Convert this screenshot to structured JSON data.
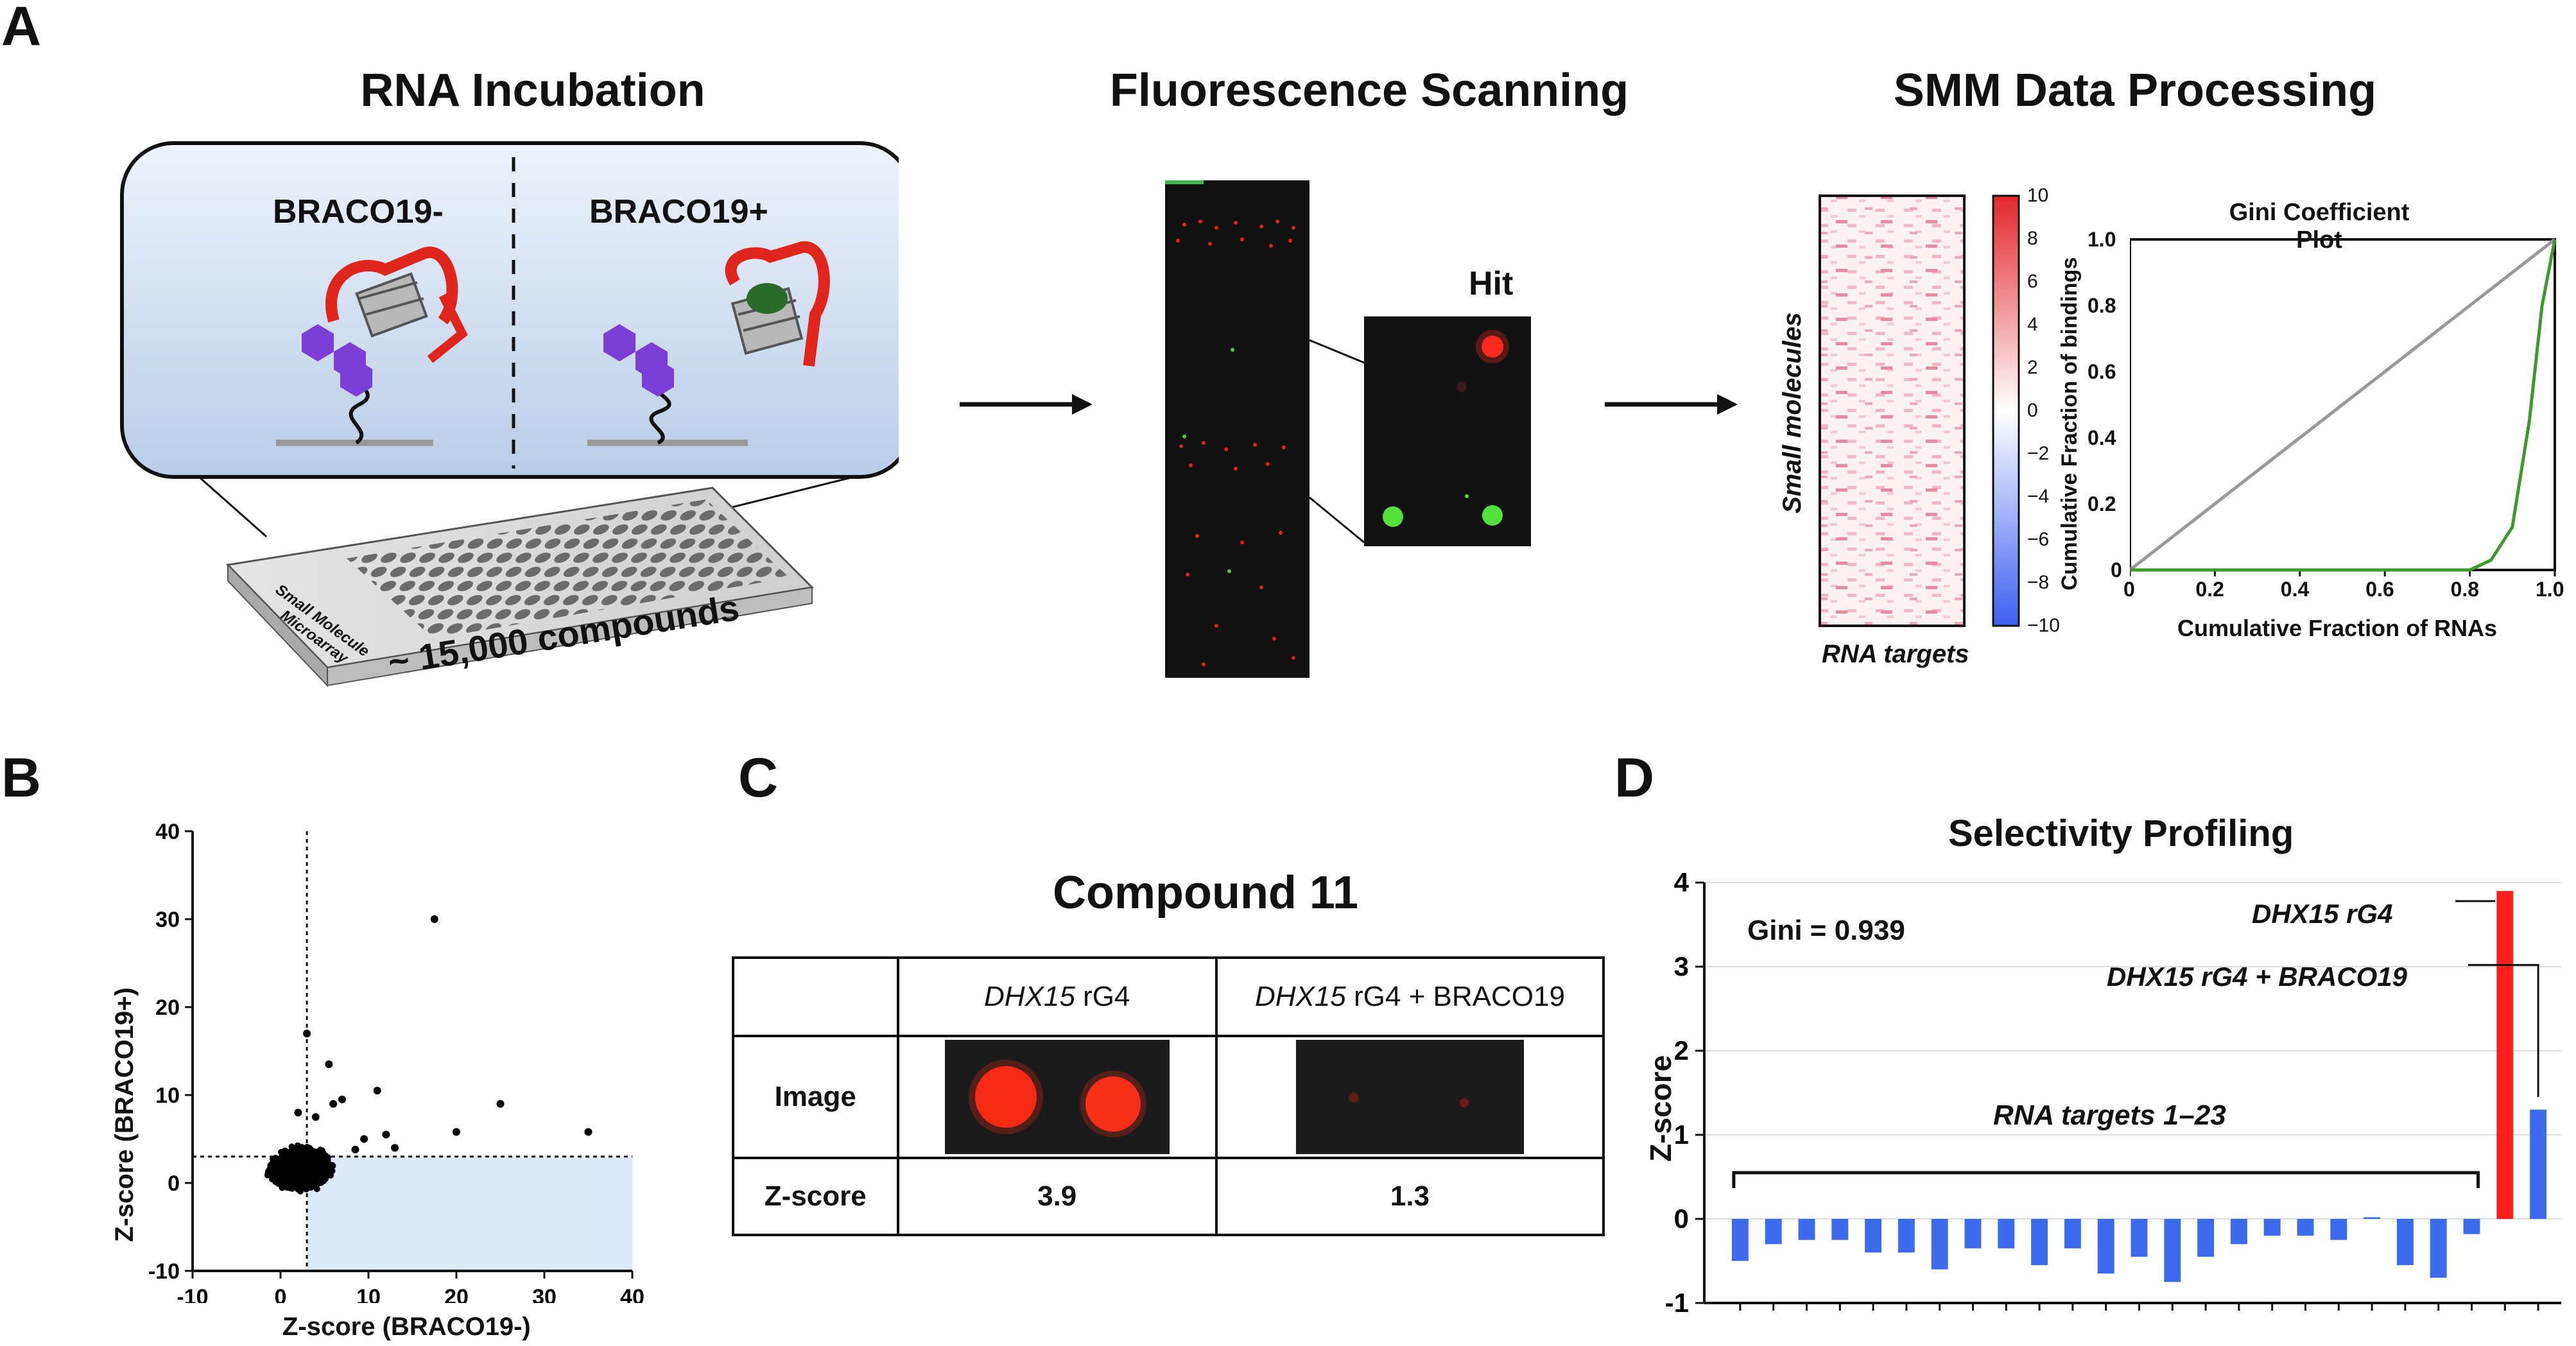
{
  "panels": {
    "a": "A",
    "b": "B",
    "c": "C",
    "d": "D"
  },
  "panelA": {
    "titles": {
      "incubation": "RNA Incubation",
      "scanning": "Fluorescence Scanning",
      "processing": "SMM Data Processing"
    },
    "braco_minus": "BRACO19-",
    "braco_plus": "BRACO19+",
    "compounds": "~ 15,000 compounds",
    "plate_label_1": "Small Molecule",
    "plate_label_2": "Microarray",
    "hit": "Hit",
    "heatmap": {
      "ylabel": "Small molecules",
      "xlabel": "RNA targets",
      "scale_ticks": [
        "10",
        "8",
        "6",
        "4",
        "2",
        "0",
        "−2",
        "−4",
        "−6",
        "−8",
        "−10"
      ]
    },
    "gini_plot": {
      "title": "Gini Coefficient Plot",
      "xlabel": "Cumulative Fraction of RNAs",
      "ylabel": "Cumulative Fraction of bindings",
      "xticks": [
        "0",
        "0.2",
        "0.4",
        "0.6",
        "0.8",
        "1.0"
      ],
      "yticks": [
        "0",
        "0.2",
        "0.4",
        "0.6",
        "0.8",
        "1.0"
      ]
    }
  },
  "panelC": {
    "title": "Compound 11",
    "col1_italic": "DHX15",
    "col1_rest": " rG4",
    "col2_italic": "DHX15",
    "col2_rest": " rG4 + BRACO19",
    "row_image": "Image",
    "row_zscore": "Z-score",
    "z1": "3.9",
    "z2": "1.3"
  },
  "panelD": {
    "title": "Selectivity Profiling",
    "gini": "Gini = 0.939",
    "ann_rg4": "DHX15 rG4",
    "ann_braco": "DHX15 rG4 + BRACO19",
    "ann_targets": "RNA targets 1–23"
  },
  "chart_data": [
    {
      "type": "scatter",
      "xlabel": "Z-score (BRACO19-)",
      "ylabel": "Z-score (BRACO19+)",
      "xlim": [
        -10,
        40
      ],
      "ylim": [
        -10,
        40
      ],
      "xticks": [
        "-10",
        "0",
        "10",
        "20",
        "30",
        "40"
      ],
      "yticks": [
        "-10",
        "0",
        "10",
        "20",
        "30",
        "40"
      ],
      "threshold": 3,
      "points": [
        [
          17.5,
          30
        ],
        [
          3,
          17
        ],
        [
          5.5,
          13.5
        ],
        [
          11,
          10.5
        ],
        [
          7,
          9.5
        ],
        [
          25,
          9
        ],
        [
          6,
          9
        ],
        [
          35,
          5.8
        ],
        [
          20,
          5.8
        ],
        [
          13,
          4
        ],
        [
          12,
          5.5
        ],
        [
          9.5,
          5
        ],
        [
          8.5,
          3.8
        ],
        [
          4,
          7.5
        ],
        [
          2,
          8
        ]
      ],
      "colors": {
        "points": "#000000",
        "quadrant": "#dde8f8"
      }
    },
    {
      "type": "line",
      "title": "Gini Coefficient Plot",
      "xlabel": "Cumulative Fraction of RNAs",
      "ylabel": "Cumulative Fraction of bindings",
      "xlim": [
        0,
        1
      ],
      "ylim": [
        0,
        1
      ],
      "series": [
        {
          "x": [
            0,
            1
          ],
          "y": [
            0,
            1
          ],
          "color": "#999999"
        },
        {
          "x": [
            0,
            0.8,
            0.85,
            0.9,
            0.94,
            0.97,
            1.0
          ],
          "y": [
            0,
            0,
            0.03,
            0.13,
            0.45,
            0.8,
            1.0
          ],
          "color": "#3a9a2a"
        }
      ]
    },
    {
      "type": "bar",
      "title": "Selectivity Profiling",
      "ylabel": "Z-score",
      "ylim": [
        -1,
        4
      ],
      "yticks": [
        "-1",
        "0",
        "1",
        "2",
        "3",
        "4"
      ],
      "values": [
        -0.5,
        -0.3,
        -0.25,
        -0.25,
        -0.4,
        -0.4,
        -0.6,
        -0.35,
        -0.35,
        -0.55,
        -0.35,
        -0.65,
        -0.45,
        -0.75,
        -0.45,
        -0.3,
        -0.2,
        -0.2,
        -0.25,
        0.02,
        -0.55,
        -0.7,
        -0.18,
        3.9,
        1.3
      ],
      "colors": {
        "targets": "#3d6bee",
        "rg4": "#ff1f1f"
      }
    }
  ]
}
